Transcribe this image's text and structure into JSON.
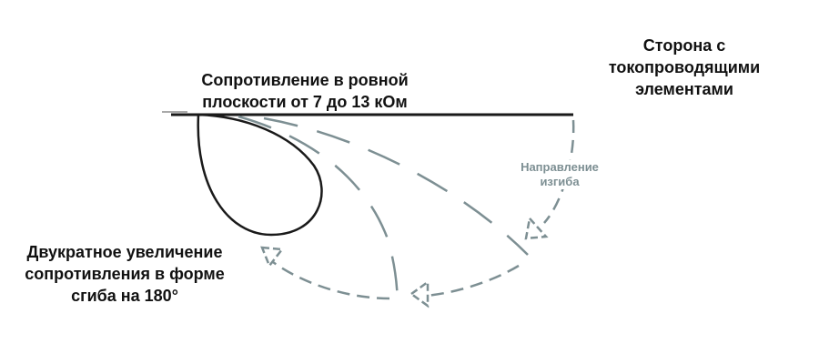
{
  "labels": {
    "flat_resistance": [
      "Сопротивление в ровной",
      "плоскости от 7 до 13 кОм"
    ],
    "conductive_side": [
      "Сторона с",
      "токопроводящими",
      "элементами"
    ],
    "bend_resistance": [
      "Двукратное увеличение",
      "сопротивления в форме",
      "сгиба на 180°"
    ],
    "bend_direction": [
      "Направление",
      "изгиба"
    ]
  },
  "colors": {
    "line": "#1a1a1a",
    "dashed": "#7d8f93"
  }
}
